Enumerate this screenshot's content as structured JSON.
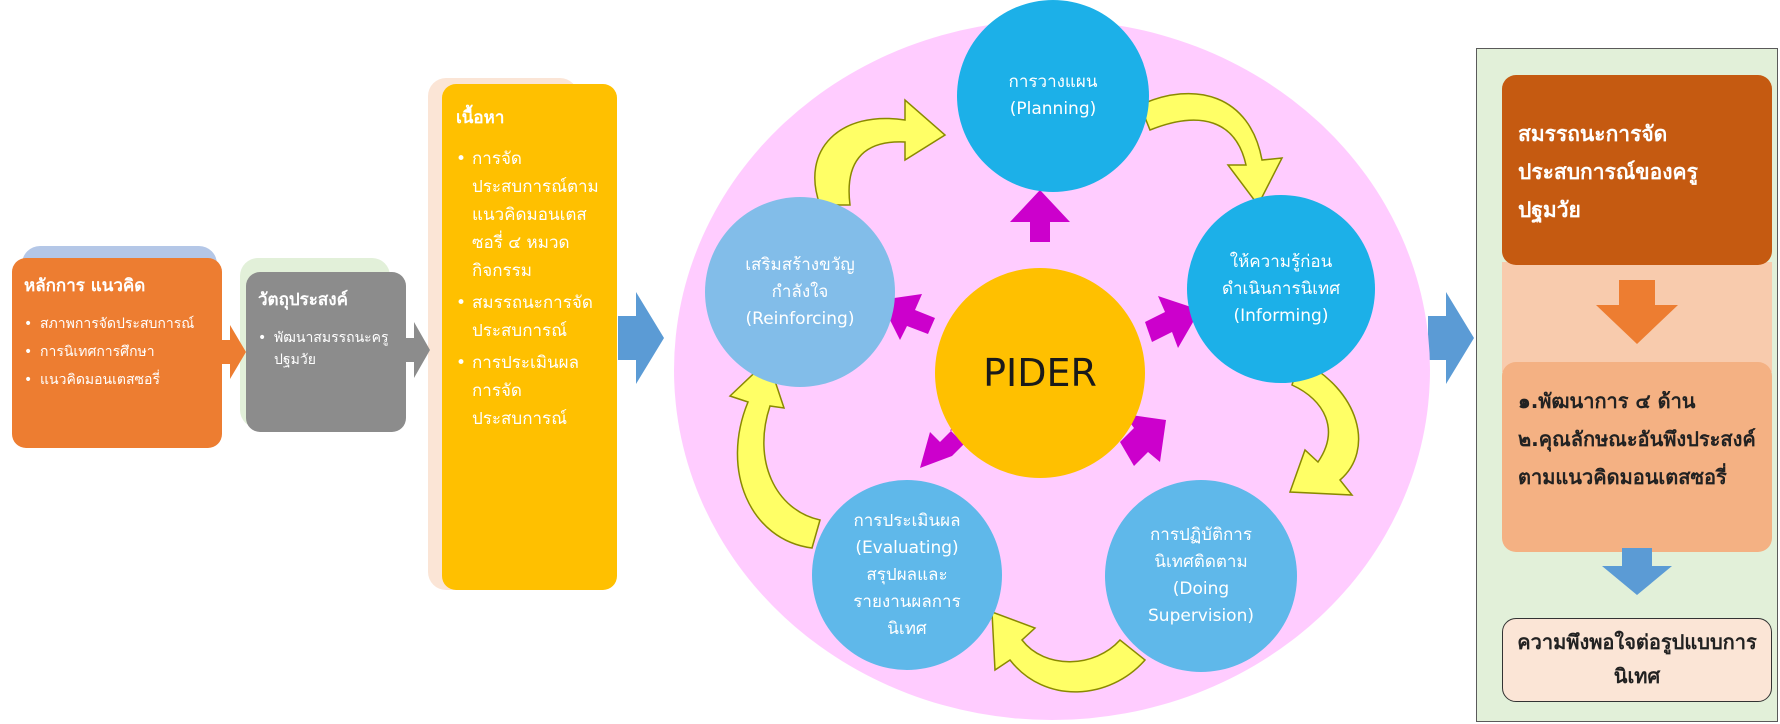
{
  "principles": {
    "title": "หลักการ แนวคิด",
    "items": [
      "สภาพการจัดประสบการณ์",
      "การนิเทศการศึกษา",
      "แนวคิดมอนเตสซอรี่"
    ]
  },
  "objective": {
    "title": "วัตถุประสงค์",
    "items": [
      "พัฒนาสมรรถนะครูปฐมวัย"
    ]
  },
  "content": {
    "title": "เนื้อหา",
    "items": [
      "การจัดประสบการณ์ตามแนวคิดมอนเตสซอรี่ ๔ หมวดกิจกรรม",
      "สมรรถนะการจัดประสบการณ์",
      "การประเมินผลการจัดประสบการณ์"
    ]
  },
  "cycle": {
    "center": "PIDER",
    "planning": [
      "การวางแผน",
      "(Planning)"
    ],
    "informing": [
      "ให้ความรู้ก่อน",
      "ดำเนินการนิเทศ",
      "(Informing)"
    ],
    "doing": [
      "การปฏิบัติการ",
      "นิเทศติดตาม",
      "(Doing",
      "Supervision)"
    ],
    "evaluating": [
      "การประเมินผล",
      "(Evaluating)",
      "สรุปผลและ",
      "รายงานผลการ",
      "นิเทศ"
    ],
    "reinforcing": [
      "เสริมสร้างขวัญ",
      "กำลังใจ",
      "(Reinforcing)"
    ]
  },
  "outcome": {
    "competency": "สมรรถนะการจัดประสบการณ์ของครูปฐมวัย",
    "results": [
      "๑.พัฒนาการ ๔ ด้าน",
      "๒.คุณลักษณะอันพึงประสงค์ตามแนวคิดมอนเตสซอรี่"
    ],
    "satisfaction": "ความพึงพอใจต่อรูปแบบการนิเทศ"
  },
  "colors": {
    "orange": "#ed7d31",
    "gray": "#8c8c8c",
    "gold": "#ffc000",
    "pink_circle": "#ffccff",
    "magenta": "#cc00cc",
    "blue_node": "#1cb0e8",
    "arrow_blue": "#5b9bd5",
    "curved_arrow": "#ffff66"
  }
}
